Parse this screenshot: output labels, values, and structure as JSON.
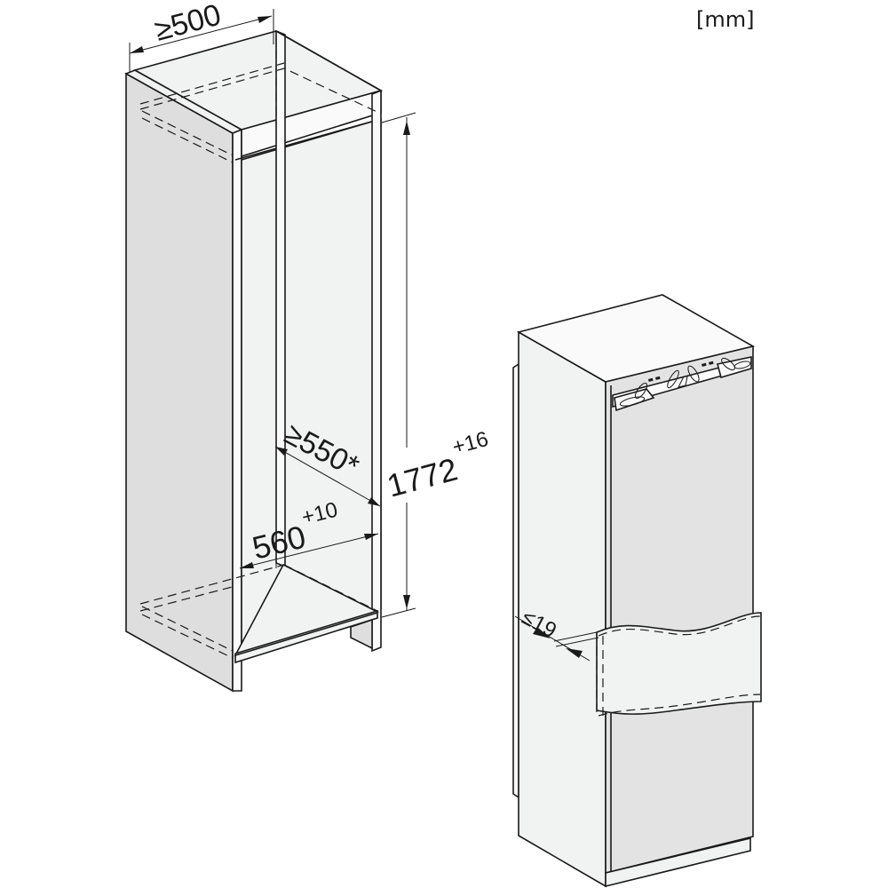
{
  "units": "[mm]",
  "colors": {
    "line": "#1a1a1a",
    "cabinet_side": "#dedede",
    "cabinet_inner": "#f1f2f2",
    "appliance_front": "#e3e3e3",
    "appliance_side": "#f1f2f2",
    "background": "#ffffff"
  },
  "niche": {
    "name": "installation niche",
    "dimensions": {
      "depth": {
        "prefix": "≥",
        "value": "500",
        "label": "≥500"
      },
      "inner_depth": {
        "prefix": "≥",
        "value": "550",
        "suffix": "*",
        "label": "≥550*"
      },
      "width": {
        "value": "560",
        "tolerance": "+10",
        "label": "560+10"
      },
      "height": {
        "value": "1772",
        "tolerance": "+16",
        "label": "1772+16"
      }
    }
  },
  "appliance": {
    "name": "built-in fridge-freezer",
    "door_gap": {
      "prefix": "≤",
      "value": "19",
      "label": "≤19"
    },
    "features": [
      "top mounting bracket",
      "furniture door panel (cut-away)",
      "plinth"
    ]
  }
}
